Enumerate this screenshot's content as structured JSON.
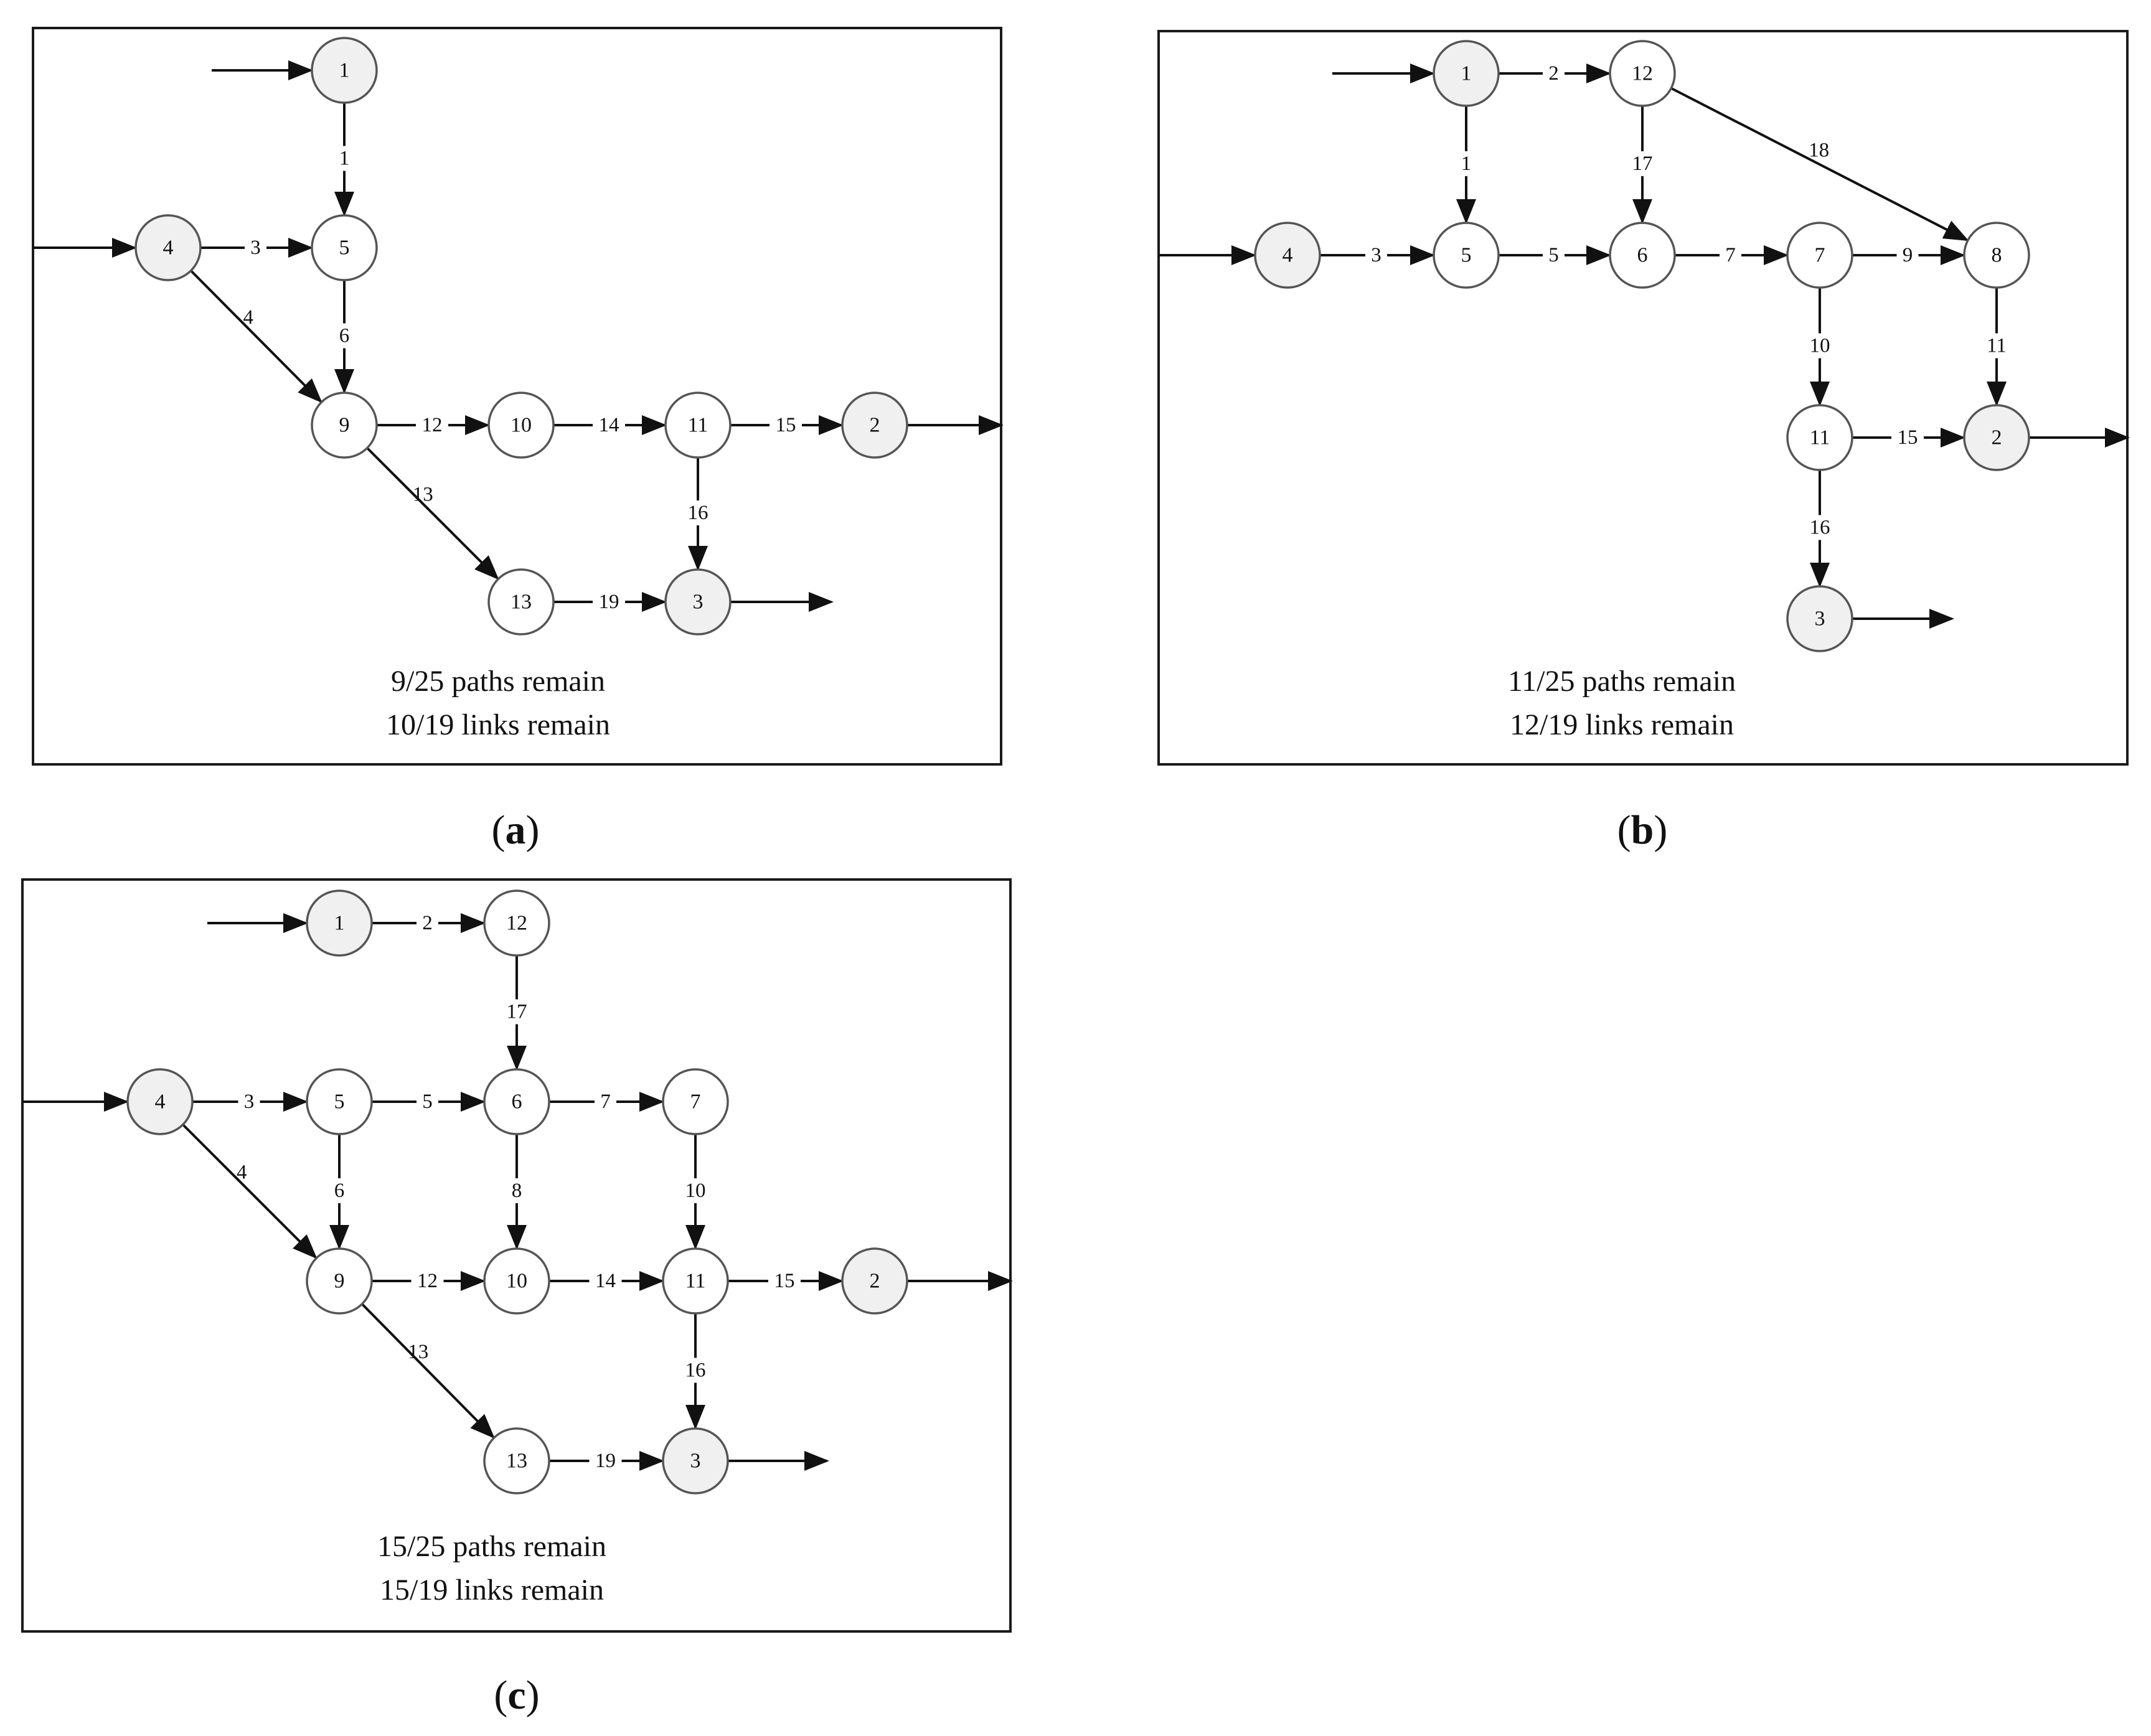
{
  "colors": {
    "source_sink_fill": "#f0f0f0",
    "node_fill": "#ffffff",
    "stroke": "#111111"
  },
  "panels": [
    {
      "tag": "a",
      "caption_line1": "9/25 paths remain",
      "caption_line2": "10/19 links remain",
      "nodes": [
        {
          "id": "1",
          "shaded": true
        },
        {
          "id": "4",
          "shaded": true
        },
        {
          "id": "5",
          "shaded": false
        },
        {
          "id": "9",
          "shaded": false
        },
        {
          "id": "10",
          "shaded": false
        },
        {
          "id": "11",
          "shaded": false
        },
        {
          "id": "2",
          "shaded": true
        },
        {
          "id": "13",
          "shaded": false
        },
        {
          "id": "3",
          "shaded": true
        }
      ],
      "links": [
        {
          "from": "1",
          "to": "5",
          "label": "1"
        },
        {
          "from": "4",
          "to": "5",
          "label": "3"
        },
        {
          "from": "5",
          "to": "9",
          "label": "6"
        },
        {
          "from": "4",
          "to": "9",
          "label": "4"
        },
        {
          "from": "9",
          "to": "10",
          "label": "12"
        },
        {
          "from": "10",
          "to": "11",
          "label": "14"
        },
        {
          "from": "11",
          "to": "2",
          "label": "15"
        },
        {
          "from": "11",
          "to": "3",
          "label": "16"
        },
        {
          "from": "9",
          "to": "13",
          "label": "13"
        },
        {
          "from": "13",
          "to": "3",
          "label": "19"
        }
      ]
    },
    {
      "tag": "b",
      "caption_line1": "11/25 paths remain",
      "caption_line2": "12/19 links remain",
      "nodes": [
        {
          "id": "1",
          "shaded": true
        },
        {
          "id": "12",
          "shaded": false
        },
        {
          "id": "4",
          "shaded": true
        },
        {
          "id": "5",
          "shaded": false
        },
        {
          "id": "6",
          "shaded": false
        },
        {
          "id": "7",
          "shaded": false
        },
        {
          "id": "8",
          "shaded": false
        },
        {
          "id": "11",
          "shaded": false
        },
        {
          "id": "2",
          "shaded": true
        },
        {
          "id": "3",
          "shaded": true
        }
      ],
      "links": [
        {
          "from": "1",
          "to": "12",
          "label": "2"
        },
        {
          "from": "1",
          "to": "5",
          "label": "1"
        },
        {
          "from": "12",
          "to": "6",
          "label": "17"
        },
        {
          "from": "12",
          "to": "8",
          "label": "18"
        },
        {
          "from": "4",
          "to": "5",
          "label": "3"
        },
        {
          "from": "5",
          "to": "6",
          "label": "5"
        },
        {
          "from": "6",
          "to": "7",
          "label": "7"
        },
        {
          "from": "7",
          "to": "8",
          "label": "9"
        },
        {
          "from": "7",
          "to": "11",
          "label": "10"
        },
        {
          "from": "8",
          "to": "2",
          "label": "11"
        },
        {
          "from": "11",
          "to": "2",
          "label": "15"
        },
        {
          "from": "11",
          "to": "3",
          "label": "16"
        }
      ]
    },
    {
      "tag": "c",
      "caption_line1": "15/25 paths remain",
      "caption_line2": "15/19 links remain",
      "nodes": [
        {
          "id": "1",
          "shaded": true
        },
        {
          "id": "12",
          "shaded": false
        },
        {
          "id": "4",
          "shaded": true
        },
        {
          "id": "5",
          "shaded": false
        },
        {
          "id": "6",
          "shaded": false
        },
        {
          "id": "7",
          "shaded": false
        },
        {
          "id": "9",
          "shaded": false
        },
        {
          "id": "10",
          "shaded": false
        },
        {
          "id": "11",
          "shaded": false
        },
        {
          "id": "2",
          "shaded": true
        },
        {
          "id": "13",
          "shaded": false
        },
        {
          "id": "3",
          "shaded": true
        }
      ],
      "links": [
        {
          "from": "1",
          "to": "12",
          "label": "2"
        },
        {
          "from": "12",
          "to": "6",
          "label": "17"
        },
        {
          "from": "4",
          "to": "5",
          "label": "3"
        },
        {
          "from": "5",
          "to": "6",
          "label": "5"
        },
        {
          "from": "6",
          "to": "7",
          "label": "7"
        },
        {
          "from": "5",
          "to": "9",
          "label": "6"
        },
        {
          "from": "6",
          "to": "10",
          "label": "8"
        },
        {
          "from": "7",
          "to": "11",
          "label": "10"
        },
        {
          "from": "4",
          "to": "9",
          "label": "4"
        },
        {
          "from": "9",
          "to": "10",
          "label": "12"
        },
        {
          "from": "10",
          "to": "11",
          "label": "14"
        },
        {
          "from": "11",
          "to": "2",
          "label": "15"
        },
        {
          "from": "11",
          "to": "3",
          "label": "16"
        },
        {
          "from": "9",
          "to": "13",
          "label": "13"
        },
        {
          "from": "13",
          "to": "3",
          "label": "19"
        }
      ]
    }
  ]
}
